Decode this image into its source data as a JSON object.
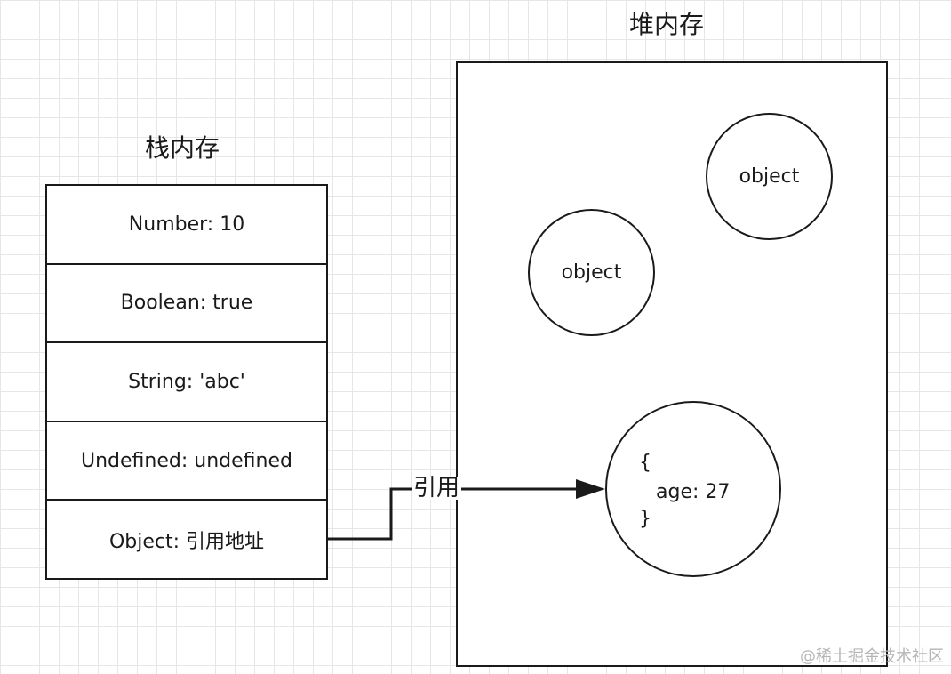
{
  "stack": {
    "title": "栈内存",
    "cells": [
      "Number: 10",
      "Boolean: true",
      "String: 'abc'",
      "Undefined: undefined",
      "Object: 引用地址"
    ]
  },
  "heap": {
    "title": "堆内存",
    "objects": [
      "object",
      "object"
    ],
    "detail": {
      "open": "{",
      "body": "age: 27",
      "close": "}"
    }
  },
  "arrow": {
    "label": "引用"
  },
  "watermark": "@稀土掘金技术社区",
  "colors": {
    "line": "#1a1a1a",
    "grid": "#e6e6e6",
    "watermark": "#b5b5b5"
  }
}
